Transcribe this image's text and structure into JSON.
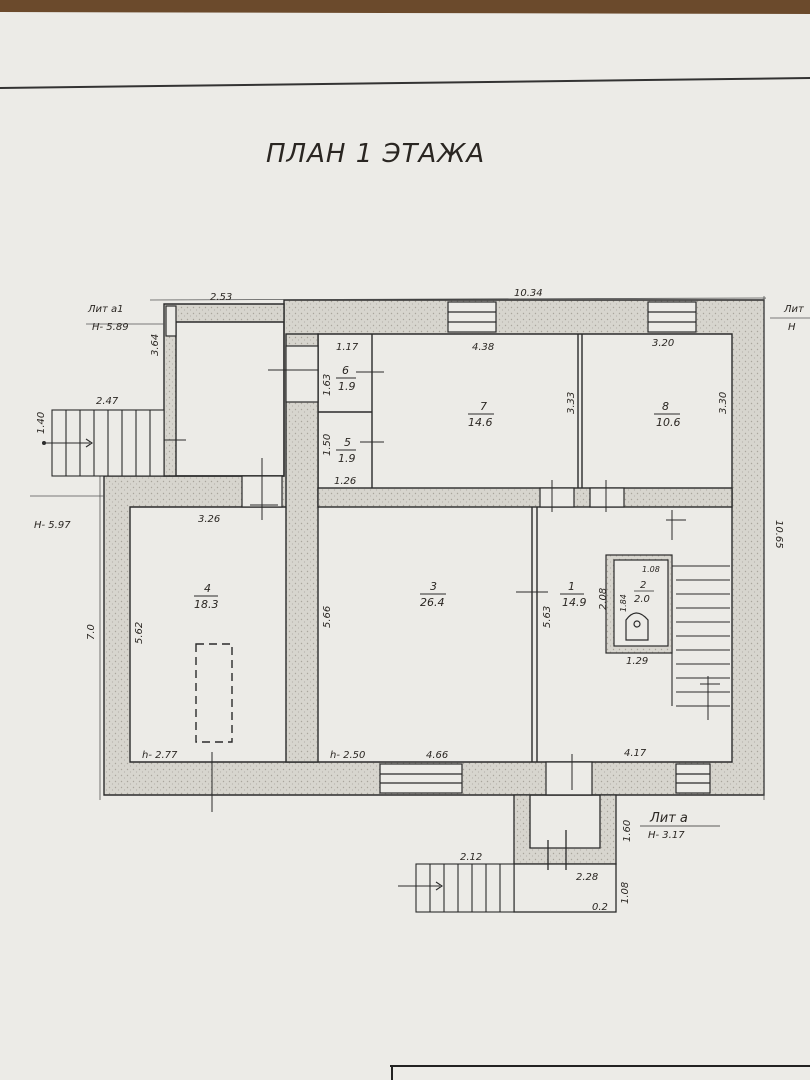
{
  "title": "ПЛАН 1 ЭТАЖА",
  "overall": {
    "length": "10.34",
    "width": "10.65",
    "left_height": "7.0"
  },
  "annex_a1": {
    "label": "Лит а1",
    "height": "Н- 5.89",
    "length": "2.53",
    "depth": "3.64"
  },
  "annex_right": {
    "label": "Лит",
    "height": "Н"
  },
  "annex_a": {
    "label": "Лит а",
    "height": "Н- 3.17",
    "dim_a": "1.60",
    "dim_b": "2.12",
    "dim_c": "2.28",
    "dim_d": "1.08",
    "dim_e": "0.2"
  },
  "main_height": "Н- 5.97",
  "steps": {
    "width": "2.47",
    "rise": "1.40"
  },
  "rooms": [
    {
      "num": "1",
      "area": "14.9",
      "width": "4.17",
      "length": "5.63"
    },
    {
      "num": "2",
      "area": "2.0",
      "width": "1.08",
      "length": "1.84",
      "other_a": "2.08",
      "other_b": "1.29"
    },
    {
      "num": "3",
      "area": "26.4",
      "width": "4.66",
      "length": "5.66",
      "ceiling": "h- 2.50"
    },
    {
      "num": "4",
      "area": "18.3",
      "width": "3.26",
      "length": "5.62",
      "ceiling": "h- 2.77"
    },
    {
      "num": "5",
      "area": "1.9",
      "width": "1.26",
      "length": "1.50"
    },
    {
      "num": "6",
      "area": "1.9",
      "width": "1.17",
      "length": "1.63"
    },
    {
      "num": "7",
      "area": "14.6",
      "width": "4.38",
      "length": "3.33"
    },
    {
      "num": "8",
      "area": "10.6",
      "width": "3.20",
      "length": "3.30"
    }
  ]
}
